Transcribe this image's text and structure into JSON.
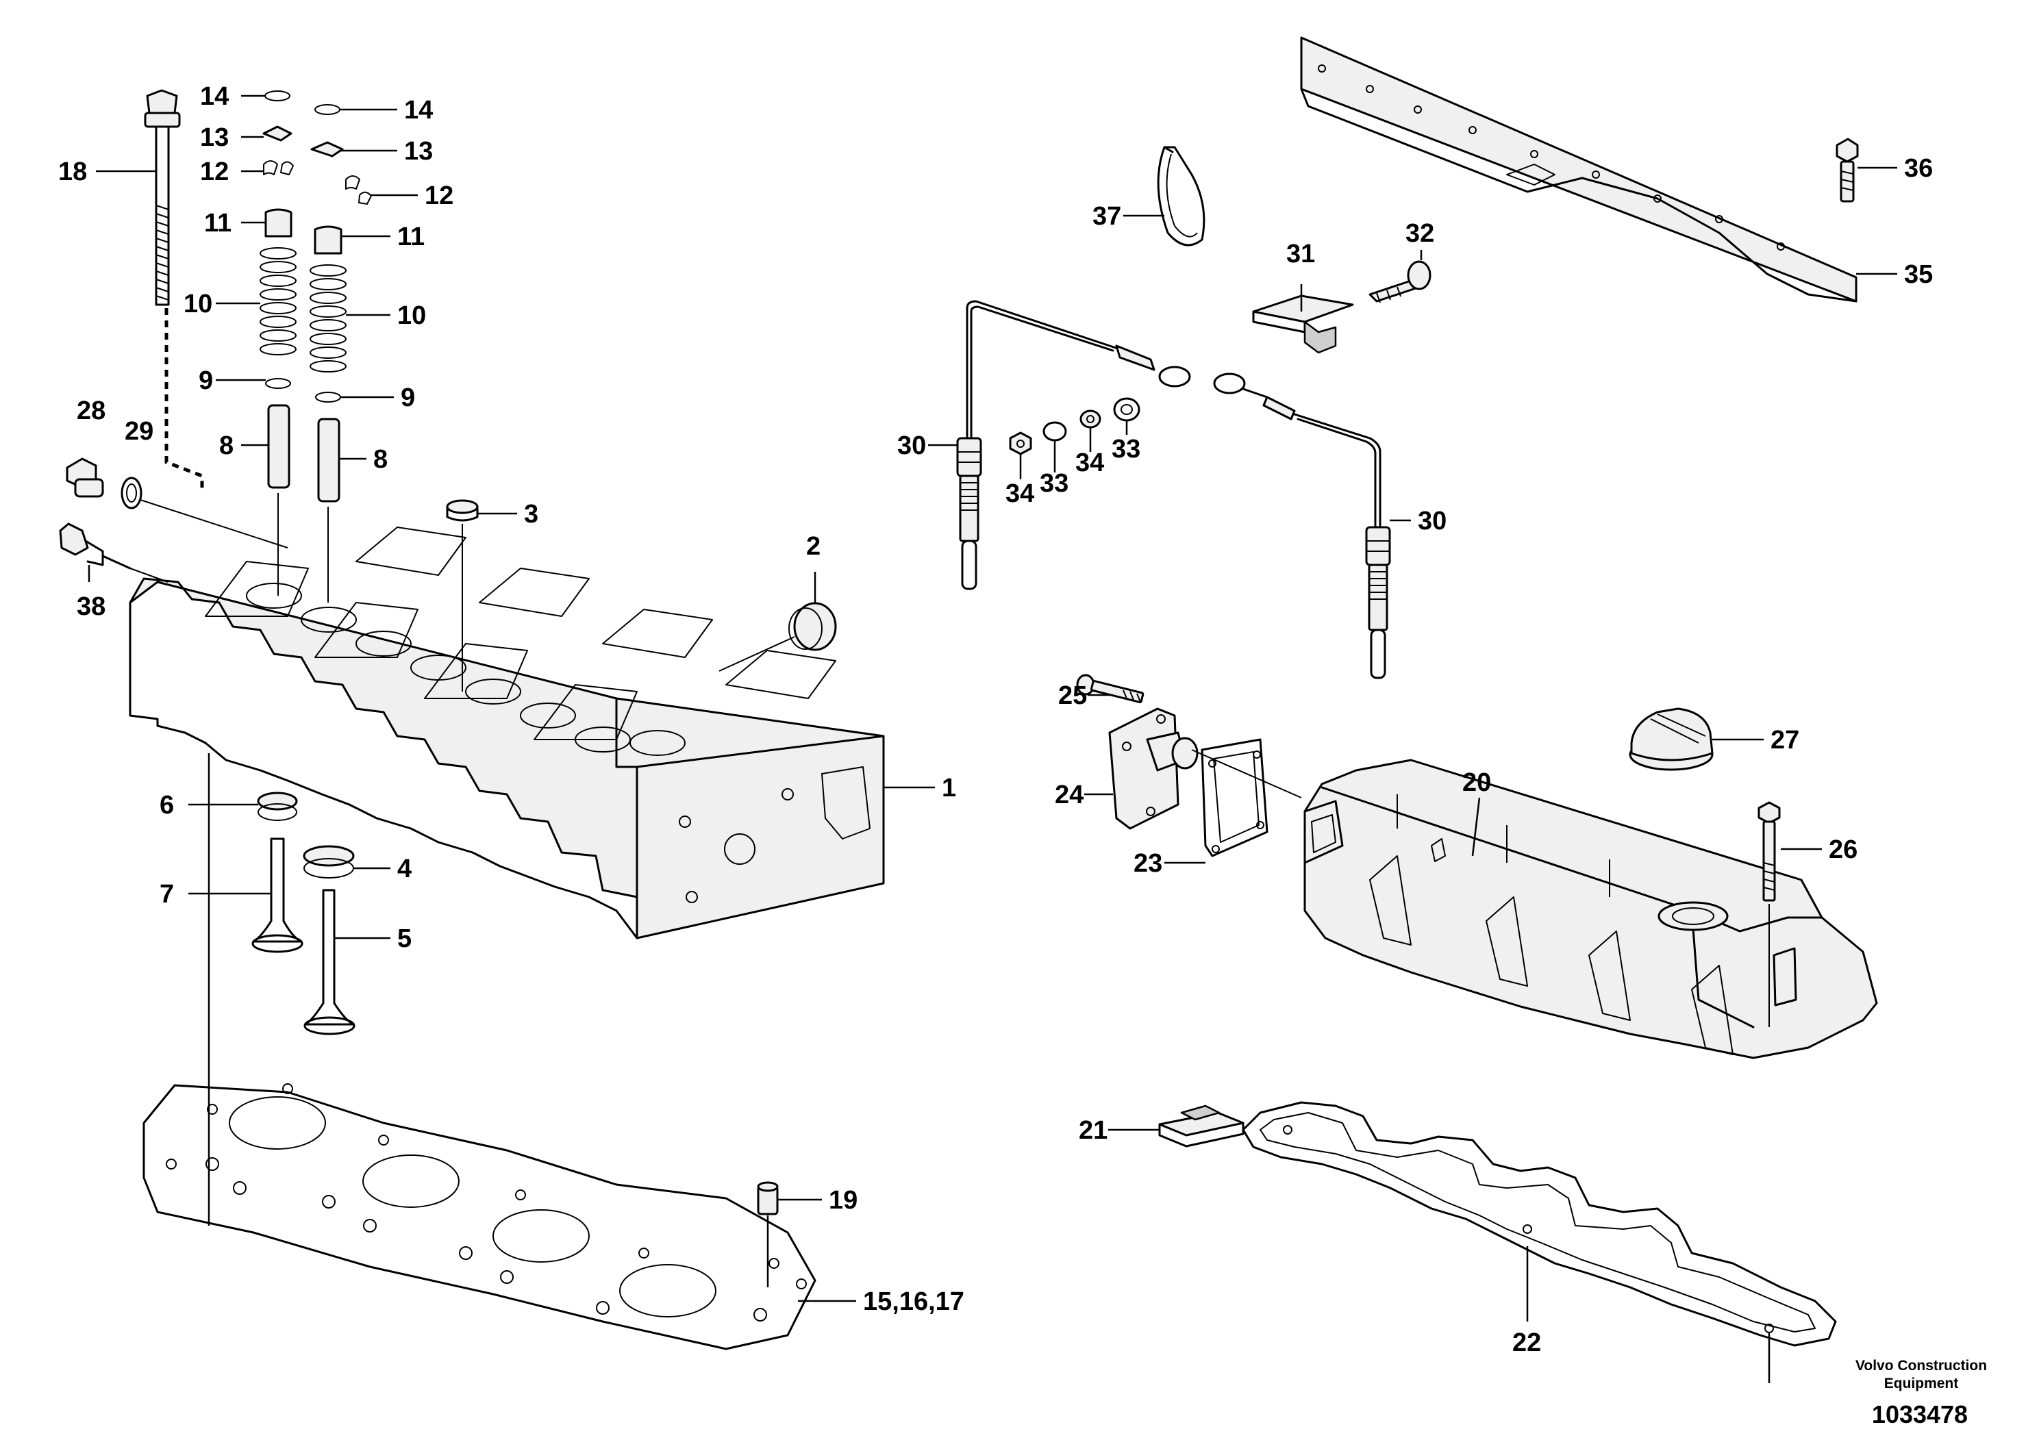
{
  "labels": {
    "p1": "1",
    "p2": "2",
    "p3": "3",
    "p4": "4",
    "p5": "5",
    "p6": "6",
    "p7": "7",
    "p8a": "8",
    "p8b": "8",
    "p9a": "9",
    "p9b": "9",
    "p10a": "10",
    "p10b": "10",
    "p11a": "11",
    "p11b": "11",
    "p12a": "12",
    "p12b": "12",
    "p13a": "13",
    "p13b": "13",
    "p14a": "14",
    "p14b": "14",
    "p151617": "15,16,17",
    "p18": "18",
    "p19": "19",
    "p20": "20",
    "p21": "21",
    "p22": "22",
    "p23": "23",
    "p24": "24",
    "p25": "25",
    "p26": "26",
    "p27": "27",
    "p28": "28",
    "p29": "29",
    "p30a": "30",
    "p30b": "30",
    "p31": "31",
    "p32": "32",
    "p33a": "33",
    "p33b": "33",
    "p34a": "34",
    "p34b": "34",
    "p35": "35",
    "p36": "36",
    "p37": "37",
    "p38": "38"
  },
  "footer": {
    "brand_line1": "Volvo Construction",
    "brand_line2": "Equipment",
    "doc_number": "1033478"
  }
}
